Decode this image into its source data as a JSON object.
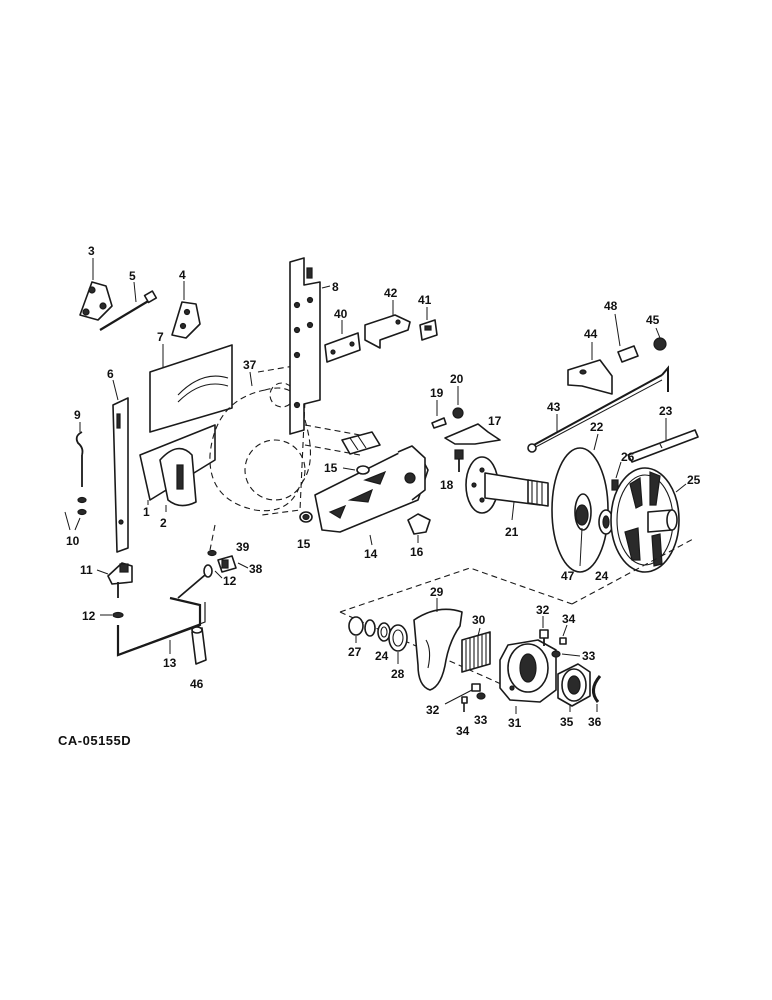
{
  "drawing_code": "CA-05155D",
  "callouts": {
    "c1": "1",
    "c2": "2",
    "c3": "3",
    "c4": "4",
    "c5": "5",
    "c6": "6",
    "c7": "7",
    "c8": "8",
    "c9": "9",
    "c10": "10",
    "c11": "11",
    "c12a": "12",
    "c12b": "12",
    "c13": "13",
    "c14": "14",
    "c15a": "15",
    "c15b": "15",
    "c16": "16",
    "c17": "17",
    "c18": "18",
    "c19": "19",
    "c20": "20",
    "c21": "21",
    "c22": "22",
    "c23": "23",
    "c24a": "24",
    "c24b": "24",
    "c25": "25",
    "c26": "26",
    "c27": "27",
    "c28": "28",
    "c29": "29",
    "c30": "30",
    "c31": "31",
    "c32a": "32",
    "c32b": "32",
    "c33a": "33",
    "c33b": "33",
    "c34a": "34",
    "c34b": "34",
    "c35": "35",
    "c36": "36",
    "c37": "37",
    "c38": "38",
    "c39": "39",
    "c40": "40",
    "c41": "41",
    "c42": "42",
    "c43": "43",
    "c44": "44",
    "c45": "45",
    "c46": "46",
    "c47": "47",
    "c48": "48"
  }
}
